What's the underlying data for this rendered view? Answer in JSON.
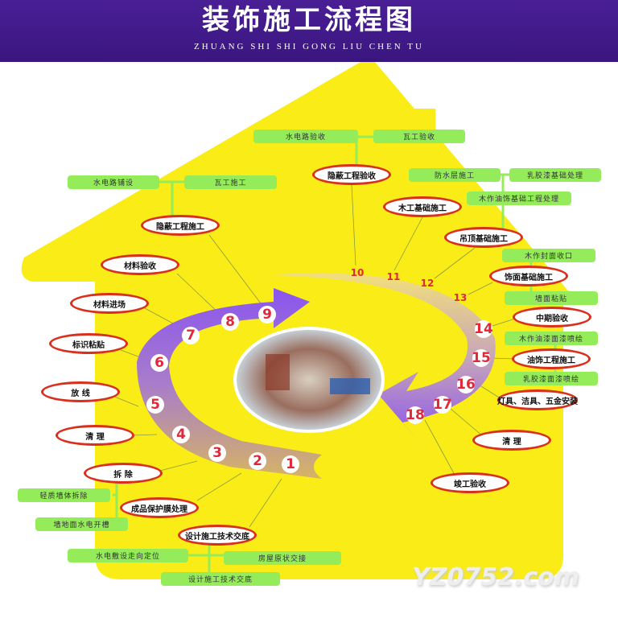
{
  "header": {
    "title": "装饰施工流程图",
    "subtitle": "ZHUANG SHI  SHI GONG LIU CHEN TU"
  },
  "steps": [
    "1",
    "2",
    "3",
    "4",
    "5",
    "6",
    "7",
    "8",
    "9",
    "10",
    "11",
    "12",
    "13",
    "14",
    "15",
    "16",
    "17",
    "18"
  ],
  "nodes": [
    "隐蔽工程施工",
    "材料验收",
    "材料进场",
    "标识粘贴",
    "放 线",
    "清 理",
    "拆 除",
    "成品保护膜处理",
    "设计施工技术交底",
    "隐蔽工程验收",
    "木工基础施工",
    "吊顶基础施工",
    "饰面基础施工",
    "中期验收",
    "油饰工程施工",
    "灯具、洁具、五金安装",
    "清 理",
    "竣工验收"
  ],
  "subtasks": [
    "水电路铺设",
    "瓦工施工",
    "水电路验收",
    "瓦工验收",
    "防水层施工",
    "乳胶漆基础处理",
    "木作油饰基础工程处理",
    "木作封面收口",
    "墙面粘贴",
    "木作油漆面漆喷绘",
    "乳胶漆面漆喷绘",
    "轻质墙体拆除",
    "墙地面水电开槽",
    "水电敷设走向定位",
    "房屋原状交接",
    "设计施工技术交底"
  ],
  "watermark": "YZ0752.com",
  "colors": {
    "header": "#3d1a88",
    "house": "#f9ec17",
    "arrow": "#8a55ee",
    "node_border": "#d8301c",
    "subtask": "#94ec5a"
  }
}
